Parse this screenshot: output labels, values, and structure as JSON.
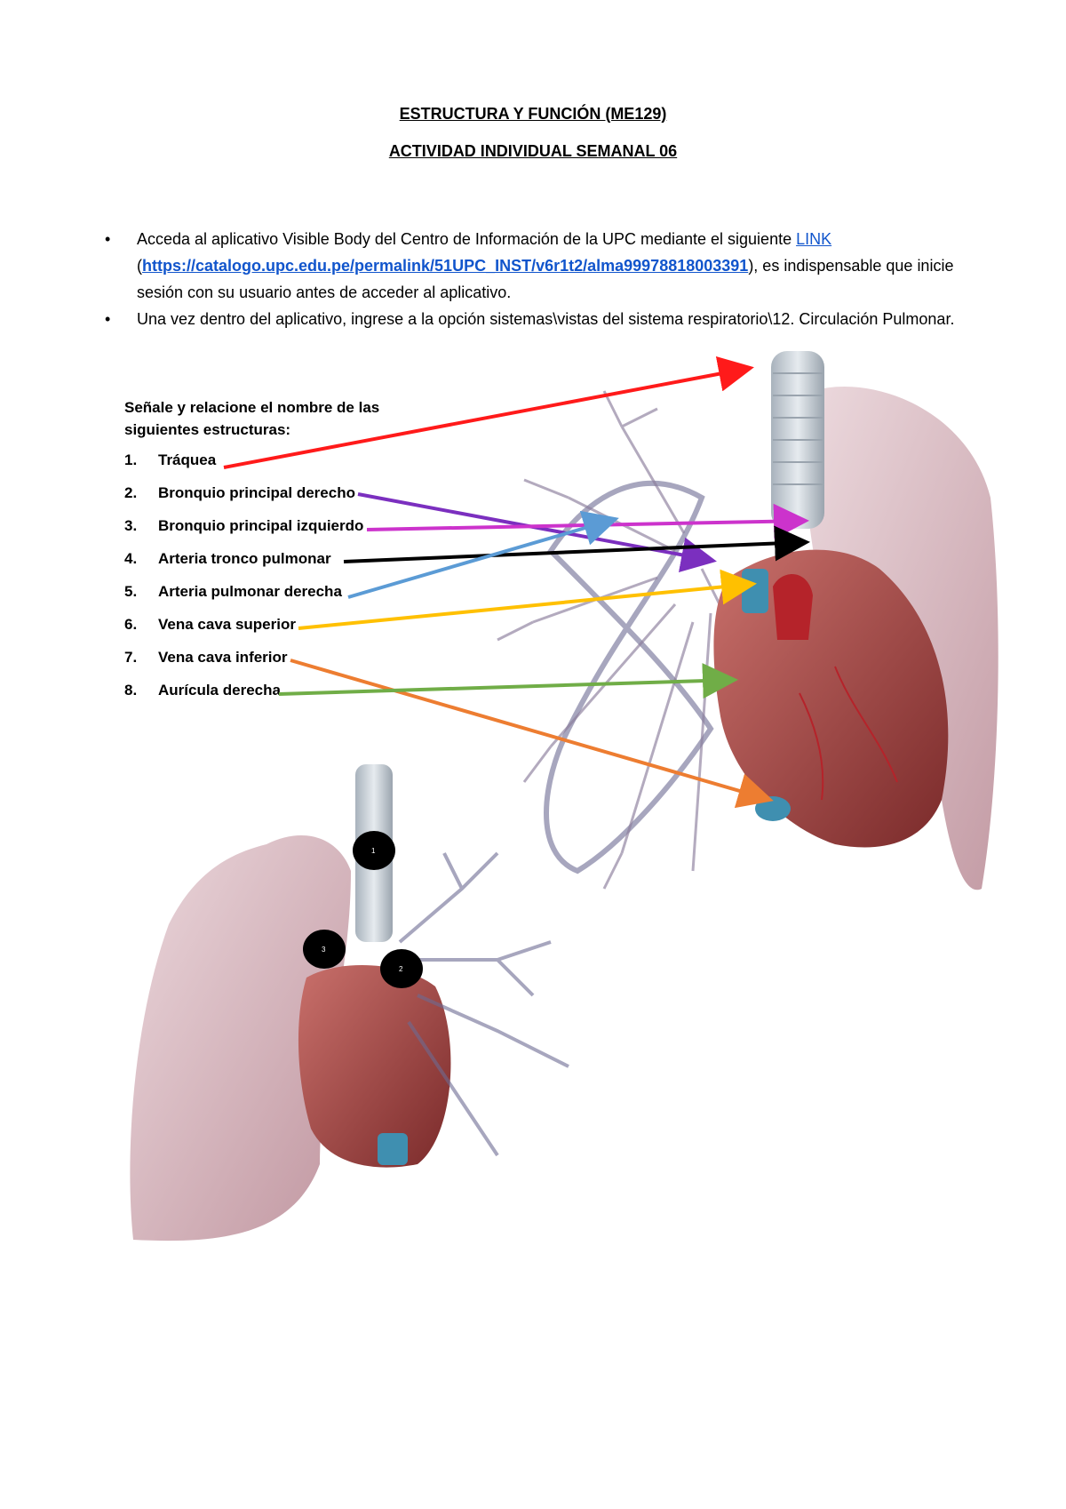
{
  "header": {
    "course_title": "ESTRUCTURA Y FUNCIÓN (ME129)",
    "activity_title": "ACTIVIDAD INDIVIDUAL SEMANAL 06"
  },
  "instructions": {
    "b1_text_a": "Acceda al aplicativo Visible Body del Centro de Información de la UPC mediante el siguiente ",
    "b1_link_label": "LINK",
    "b1_paren_open": "(",
    "b1_url": "https://catalogo.upc.edu.pe/permalink/51UPC_INST/v6r1t2/alma99978818003391",
    "b1_text_b": "), es indispensable que inicie sesión con su usuario antes de acceder al aplicativo.",
    "b2_text": "Una vez dentro del aplicativo, ingrese a la opción sistemas\\vistas del sistema respiratorio\\12. Circulación Pulmonar."
  },
  "task": {
    "prompt": "Señale y relacione el nombre de las siguientes estructuras:",
    "items": [
      {
        "num": "1.",
        "label": "Tráquea"
      },
      {
        "num": "2.",
        "label": "Bronquio principal derecho"
      },
      {
        "num": "3.",
        "label": "Bronquio principal izquierdo"
      },
      {
        "num": "4.",
        "label": "Arteria tronco pulmonar"
      },
      {
        "num": "5.",
        "label": "Arteria pulmonar derecha"
      },
      {
        "num": "6.",
        "label": "Vena cava superior"
      },
      {
        "num": "7.",
        "label": "Vena cava inferior"
      },
      {
        "num": "8.",
        "label": "Aurícula derecha"
      }
    ]
  },
  "arrows": {
    "colors": [
      "#ff1a1a",
      "#7b2fbf",
      "#cc33cc",
      "#000000",
      "#5b9bd5",
      "#ffc000",
      "#ed7d31",
      "#70ad47"
    ]
  },
  "figure2": {
    "badges": [
      "1",
      "2",
      "3"
    ]
  }
}
